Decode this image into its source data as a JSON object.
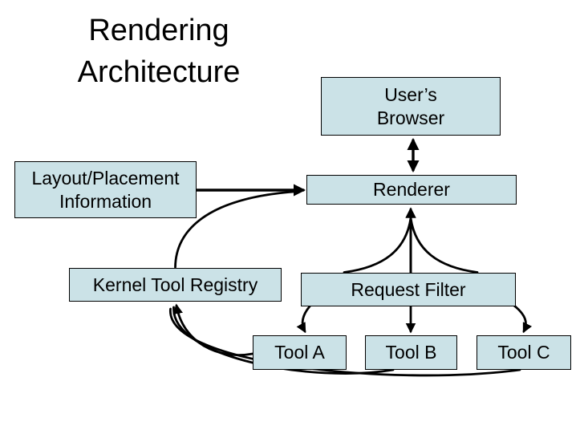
{
  "slide": {
    "title": "Rendering\nArchitecture"
  },
  "colors": {
    "background": "#ffffff",
    "box_fill": "#cbe2e7",
    "box_border": "#000000",
    "connector": "#000000",
    "text": "#000000"
  },
  "nodes": {
    "users_browser": {
      "label": "User’s\nBrowser"
    },
    "renderer": {
      "label": "Renderer"
    },
    "layout_placement": {
      "label": "Layout/Placement\nInformation"
    },
    "kernel_tool_registry": {
      "label": "Kernel Tool Registry"
    },
    "request_filter": {
      "label": "Request Filter"
    },
    "tool_a": {
      "label": "Tool A"
    },
    "tool_b": {
      "label": "Tool B"
    },
    "tool_c": {
      "label": "Tool C"
    }
  },
  "connections": [
    {
      "from": "users_browser",
      "to": "renderer",
      "style": "straight",
      "arrows": "both"
    },
    {
      "from": "layout_placement",
      "to": "renderer",
      "style": "straight",
      "arrows": "end"
    },
    {
      "from": "kernel_tool_registry",
      "to": "renderer",
      "style": "curve",
      "arrows": "joins-layout-arrow"
    },
    {
      "from": "request_filter",
      "to": "renderer",
      "style": "straight-with-fan-curves",
      "arrows": "end"
    },
    {
      "from": "request_filter",
      "to": "tool_a",
      "style": "curve",
      "arrows": "end"
    },
    {
      "from": "request_filter",
      "to": "tool_b",
      "style": "straight",
      "arrows": "end"
    },
    {
      "from": "request_filter",
      "to": "tool_c",
      "style": "curve",
      "arrows": "end"
    },
    {
      "from": "tool_a",
      "to": "kernel_tool_registry",
      "style": "sweep-curve",
      "arrows": "end"
    },
    {
      "from": "tool_b",
      "to": "kernel_tool_registry",
      "style": "sweep-curve",
      "arrows": "shared-head"
    },
    {
      "from": "tool_c",
      "to": "kernel_tool_registry",
      "style": "sweep-curve",
      "arrows": "shared-head"
    }
  ]
}
